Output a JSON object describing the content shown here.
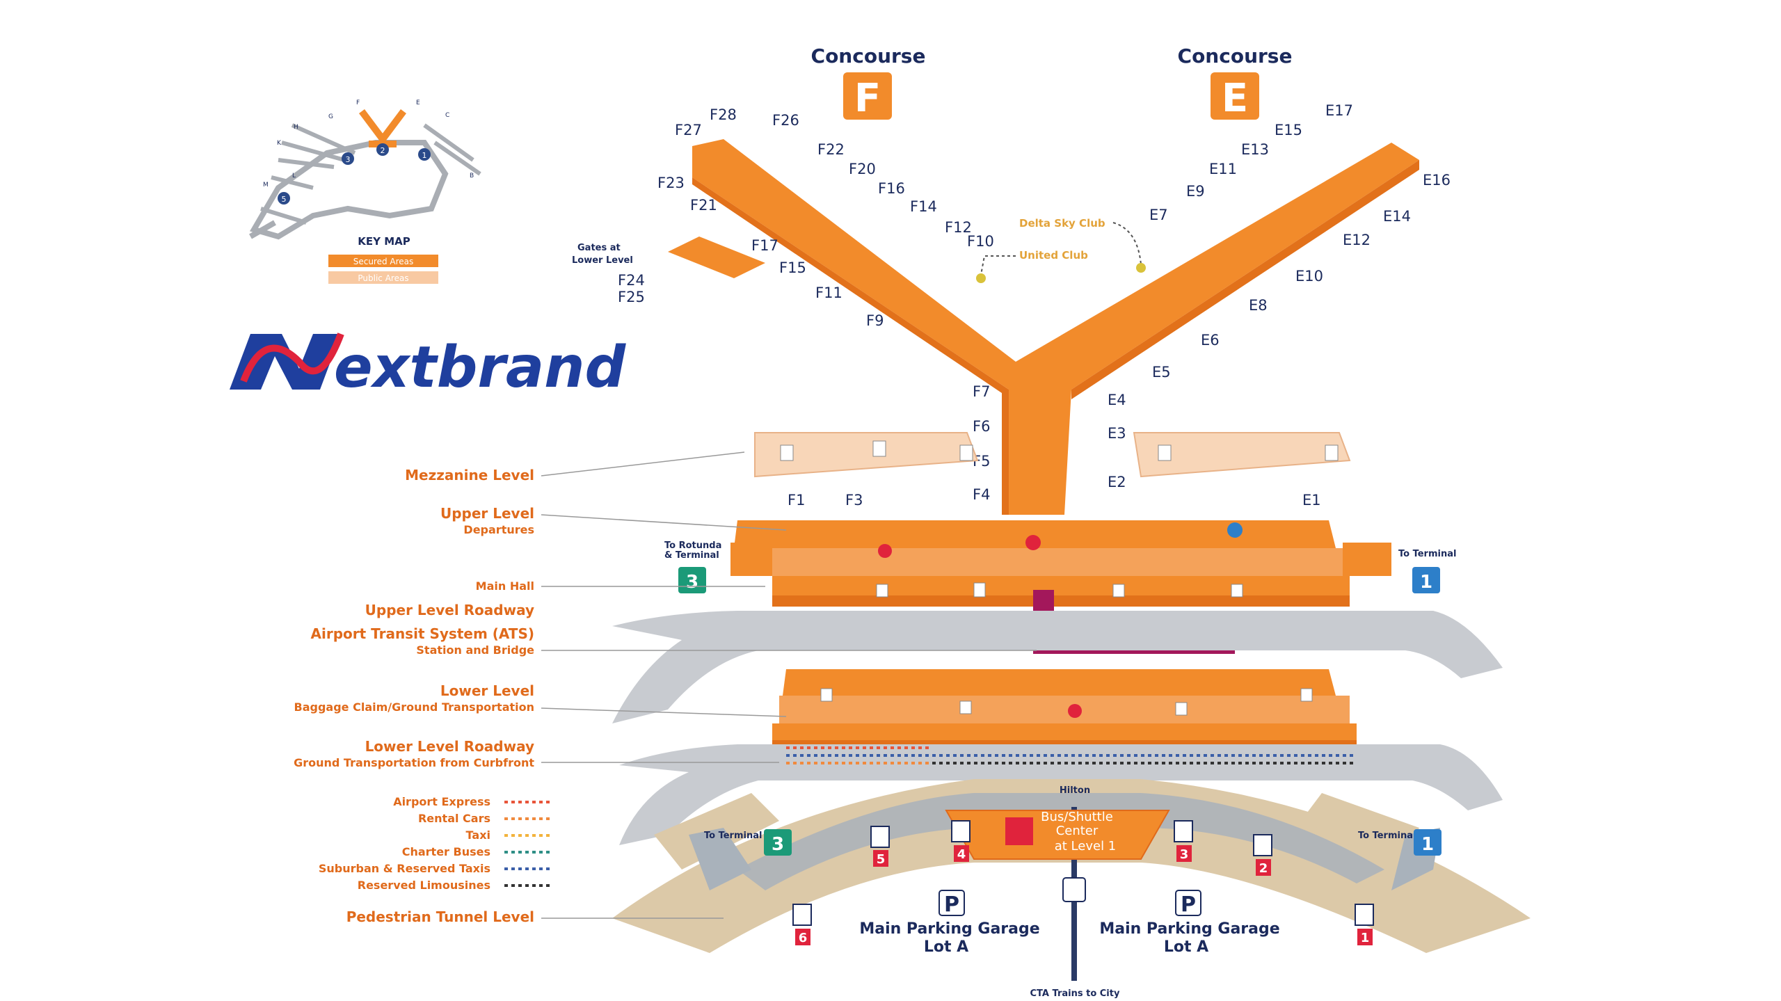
{
  "brand": {
    "logo_initial": "N",
    "logo_rest": "extbrand"
  },
  "key_map": {
    "title": "KEY MAP",
    "legend": [
      "Secured Areas",
      "Public Areas"
    ],
    "terminal_numbers": [
      "1",
      "2",
      "3",
      "5"
    ],
    "concourse_letters": [
      "F",
      "E",
      "G",
      "H",
      "K",
      "L",
      "M",
      "B",
      "C"
    ]
  },
  "concourses": [
    {
      "title": "Concourse",
      "letter": "F"
    },
    {
      "title": "Concourse",
      "letter": "E"
    }
  ],
  "gates": {
    "F": [
      "F28",
      "F26",
      "F27",
      "F22",
      "F20",
      "F23",
      "F16",
      "F21",
      "F14",
      "F12",
      "F10",
      "F17",
      "F15",
      "F11",
      "F9",
      "F7",
      "F6",
      "F5",
      "F4",
      "F1",
      "F3"
    ],
    "E": [
      "E17",
      "E15",
      "E13",
      "E11",
      "E9",
      "E7",
      "E16",
      "E14",
      "E12",
      "E10",
      "E8",
      "E6",
      "E5",
      "E4",
      "E3",
      "E2",
      "E1"
    ],
    "lower_level_note": "Gates at Lower Level",
    "lower_level_gates": [
      "F24",
      "F25"
    ]
  },
  "clubs": [
    "Delta Sky Club",
    "United Club"
  ],
  "levels": [
    {
      "title": "Mezzanine Level",
      "subtitle": ""
    },
    {
      "title": "Upper Level",
      "subtitle": "Departures"
    },
    {
      "title": "Main Hall",
      "subtitle": ""
    },
    {
      "title": "Upper Level Roadway",
      "subtitle": ""
    },
    {
      "title": "Airport Transit System (ATS)",
      "subtitle": "Station and Bridge"
    },
    {
      "title": "Lower Level",
      "subtitle": "Baggage Claim/Ground Transportation"
    },
    {
      "title": "Lower Level Roadway",
      "subtitle": "Ground Transportation from Curbfront"
    },
    {
      "title": "Pedestrian Tunnel Level",
      "subtitle": ""
    }
  ],
  "transport_legend": [
    {
      "label": "Airport Express",
      "color": "#e8553a"
    },
    {
      "label": "Rental Cars",
      "color": "#f08a3e"
    },
    {
      "label": "Taxi",
      "color": "#f2b33d"
    },
    {
      "label": "Charter Buses",
      "color": "#2f8f86"
    },
    {
      "label": "Suburban & Reserved Taxis",
      "color": "#3b5fa8"
    },
    {
      "label": "Reserved Limousines",
      "color": "#333333"
    }
  ],
  "terminals": {
    "to_rotunda": "To Rotunda & Terminal",
    "to_terminal": "To Terminal",
    "badge_3": "3",
    "badge_1": "1"
  },
  "tunnel": {
    "hotel": "Hilton",
    "bus_center": [
      "Bus/Shuttle",
      "Center",
      "at Level 1"
    ],
    "parking": [
      {
        "symbol": "P",
        "line1": "Main Parking Garage",
        "line2": "Lot A"
      },
      {
        "symbol": "P",
        "line1": "Main Parking Garage",
        "line2": "Lot A"
      }
    ],
    "elevators": [
      "6",
      "5",
      "4",
      "3",
      "2",
      "1"
    ],
    "cta": "CTA Trains to City"
  },
  "colors": {
    "orange": "#f28b2b",
    "orange_dark": "#e2711a",
    "orange_light": "#f8c9a2",
    "gray": "#c8cbd0",
    "tan": "#dcc9a8",
    "navy": "#1b2a5c",
    "brand_red": "#e0233c",
    "brand_blue": "#1f3f9e",
    "green": "#1b9a78",
    "blue_badge": "#2d7fc9",
    "magenta": "#a3185b"
  }
}
